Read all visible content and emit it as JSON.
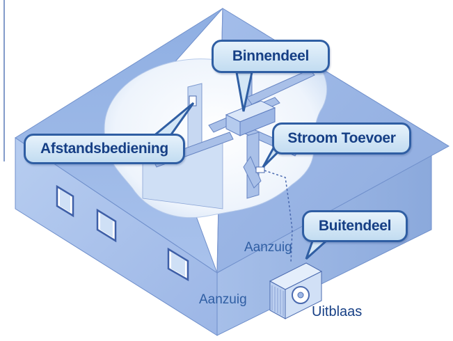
{
  "labels": {
    "indoor_unit": "Binnendeel",
    "power_supply": "Stroom Toevoer",
    "remote_control": "Afstandsbediening",
    "outdoor_unit": "Buitendeel",
    "intake_top": "Aanzuig",
    "intake_side": "Aanzuig",
    "exhaust": "Uitblaas"
  },
  "colors": {
    "callout_border": "#2f5ea3",
    "callout_text": "#163f85",
    "roof": "#9cb7e4",
    "wall": "#aec5ec",
    "floor": "#dbe8f8"
  }
}
